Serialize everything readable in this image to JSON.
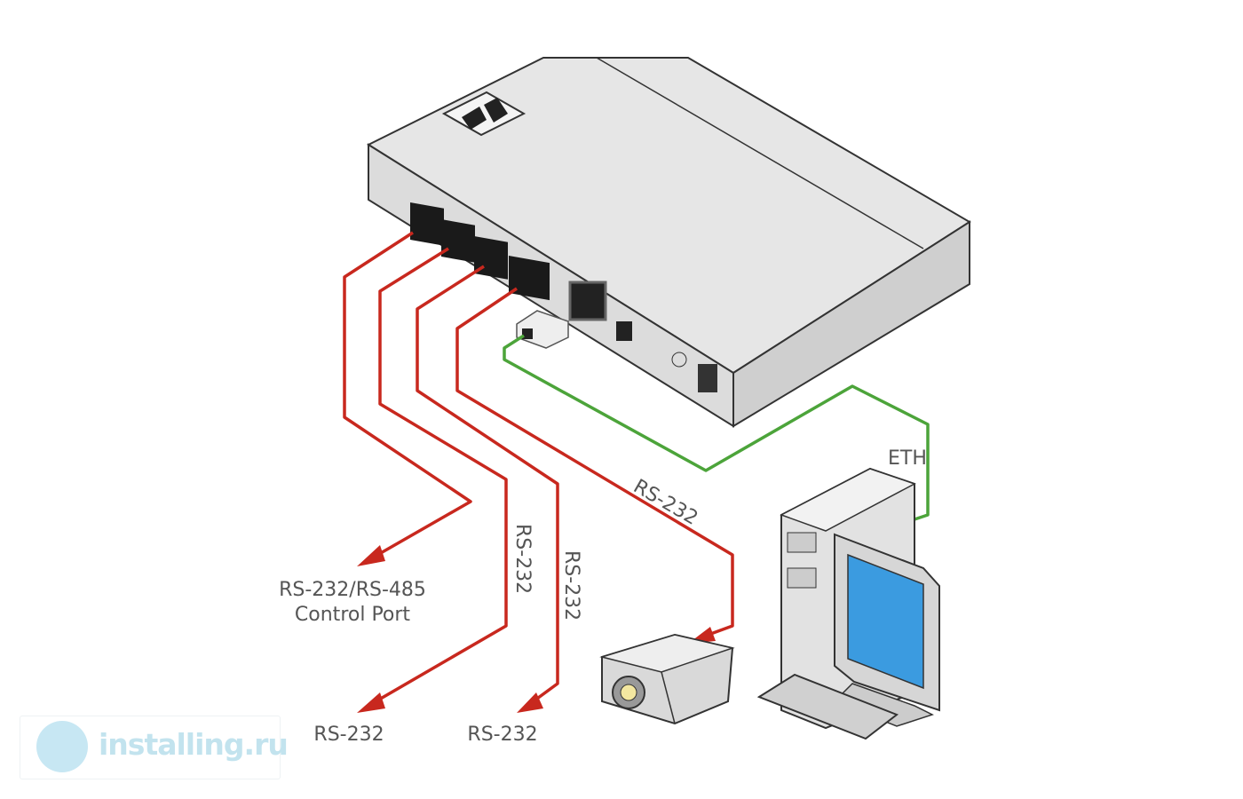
{
  "labels": {
    "control_port_line1": "RS-232/RS-485",
    "control_port_line2": "Control Port",
    "rs232_vertical_1": "RS-232",
    "rs232_vertical_2": "RS-232",
    "rs232_projector": "RS-232",
    "rs232_bottom_1": "RS-232",
    "rs232_bottom_2": "RS-232",
    "eth": "ETH"
  },
  "watermark": {
    "text": "installing.ru"
  },
  "colors": {
    "serial_cable": "#c8281e",
    "ethernet_cable": "#4ca43a",
    "device_body": "#e3e3e3",
    "label_text": "#555555",
    "watermark": "#c2e3ee"
  }
}
